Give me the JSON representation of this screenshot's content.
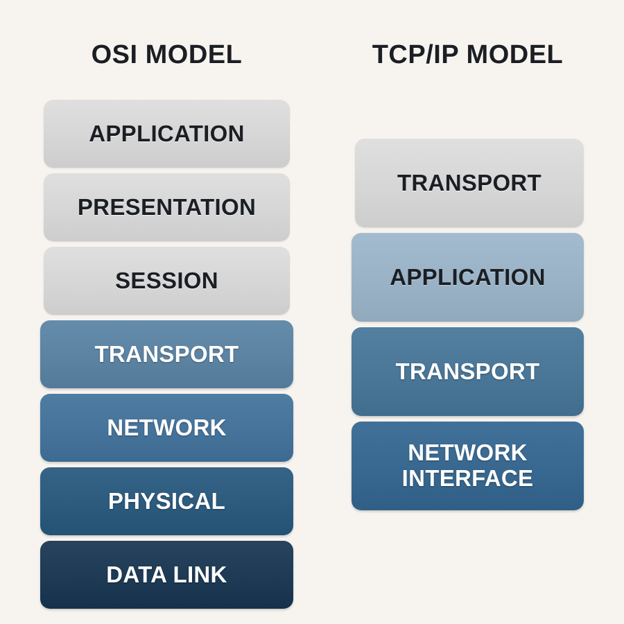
{
  "background_color": "#f7f4ef",
  "columns": [
    {
      "id": "osi",
      "title": "OSI MODEL",
      "layer_count": 7,
      "layers": [
        {
          "label": "APPLICATION",
          "tone": "light",
          "color": "#d6d6d6",
          "text_color": "#1b1f24"
        },
        {
          "label": "PRESENTATION",
          "tone": "light",
          "color": "#d6d6d6",
          "text_color": "#1b1f24"
        },
        {
          "label": "SESSION",
          "tone": "light",
          "color": "#d6d6d6",
          "text_color": "#1b1f24"
        },
        {
          "label": "TRANSPORT",
          "tone": "blue",
          "color": "#5c83a2",
          "text_color": "#ffffff"
        },
        {
          "label": "NETWORK",
          "tone": "blue",
          "color": "#46739a",
          "text_color": "#ffffff"
        },
        {
          "label": "PHYSICAL",
          "tone": "blue",
          "color": "#2d5b7e",
          "text_color": "#ffffff"
        },
        {
          "label": "DATA LINK",
          "tone": "blue",
          "color": "#1e3a54",
          "text_color": "#ffffff"
        }
      ]
    },
    {
      "id": "tcpip",
      "title": "TCP/IP MODEL",
      "layer_count": 4,
      "layers": [
        {
          "label": "TRANSPORT",
          "tone": "light",
          "color": "#d6d6d6",
          "text_color": "#1b1f24"
        },
        {
          "label": "APPLICATION",
          "tone": "pale",
          "color": "#9ab2c6",
          "text_color": "#1b1f24"
        },
        {
          "label": "TRANSPORT",
          "tone": "blue",
          "color": "#4a7697",
          "text_color": "#ffffff"
        },
        {
          "label": "NETWORK\nINTERFACE",
          "tone": "blue",
          "color": "#386890",
          "text_color": "#ffffff"
        }
      ]
    }
  ]
}
